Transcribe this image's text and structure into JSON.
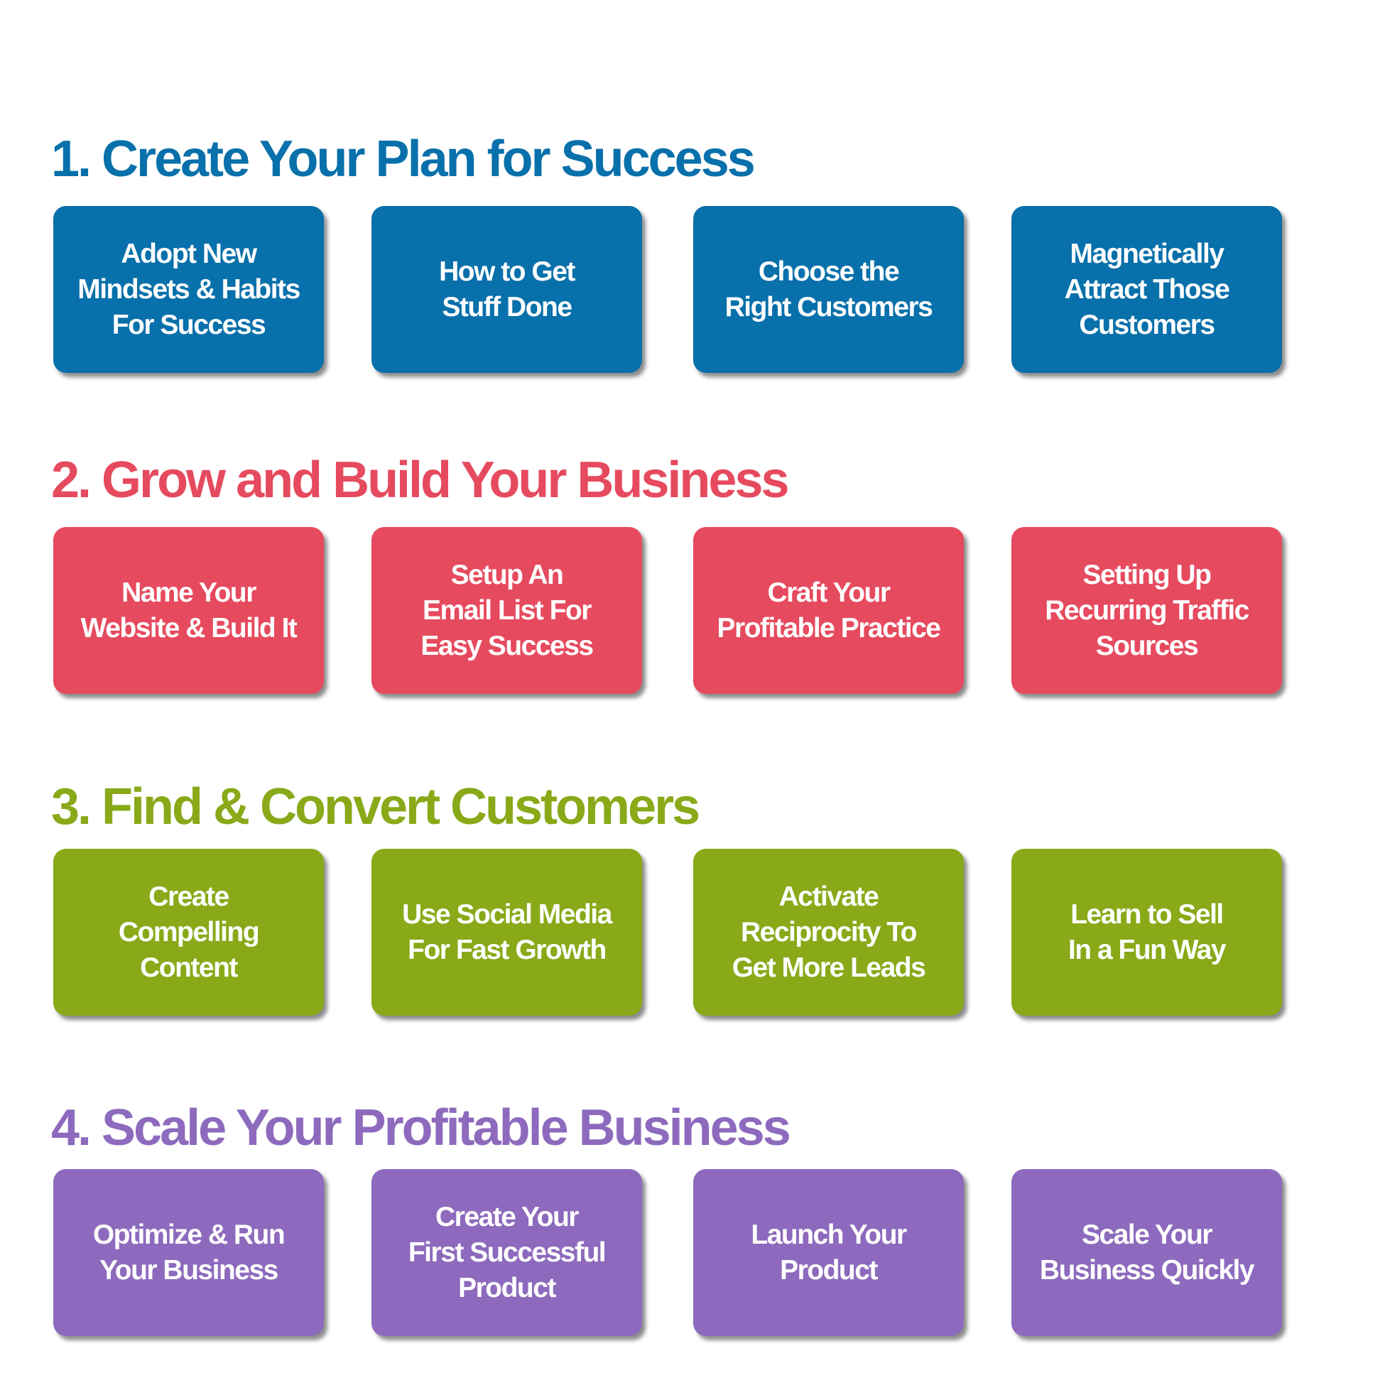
{
  "colors": {
    "blue": "#0870AA",
    "red": "#E64A5E",
    "green": "#89A919",
    "purple": "#8D6ABD"
  },
  "sections": [
    {
      "title": "1. Create Your Plan for Success",
      "items": [
        "Adopt New\nMindsets & Habits\nFor Success",
        "How to Get\nStuff Done",
        "Choose the\nRight Customers",
        "Magnetically\nAttract Those\nCustomers"
      ]
    },
    {
      "title": "2. Grow and Build Your Business",
      "items": [
        "Name Your\nWebsite & Build It",
        "Setup An\nEmail List For\nEasy Success",
        "Craft Your\nProfitable Practice",
        "Setting Up\nRecurring Traffic\nSources"
      ]
    },
    {
      "title": "3. Find & Convert Customers",
      "items": [
        "Create\nCompelling\nContent",
        "Use Social Media\nFor Fast Growth",
        "Activate\nReciprocity To\nGet More Leads",
        "Learn to Sell\nIn a Fun Way"
      ]
    },
    {
      "title": "4. Scale Your Profitable Business",
      "items": [
        "Optimize & Run\nYour Business",
        "Create Your\nFirst Successful\nProduct",
        "Launch Your\nProduct",
        "Scale Your\nBusiness Quickly"
      ]
    }
  ]
}
